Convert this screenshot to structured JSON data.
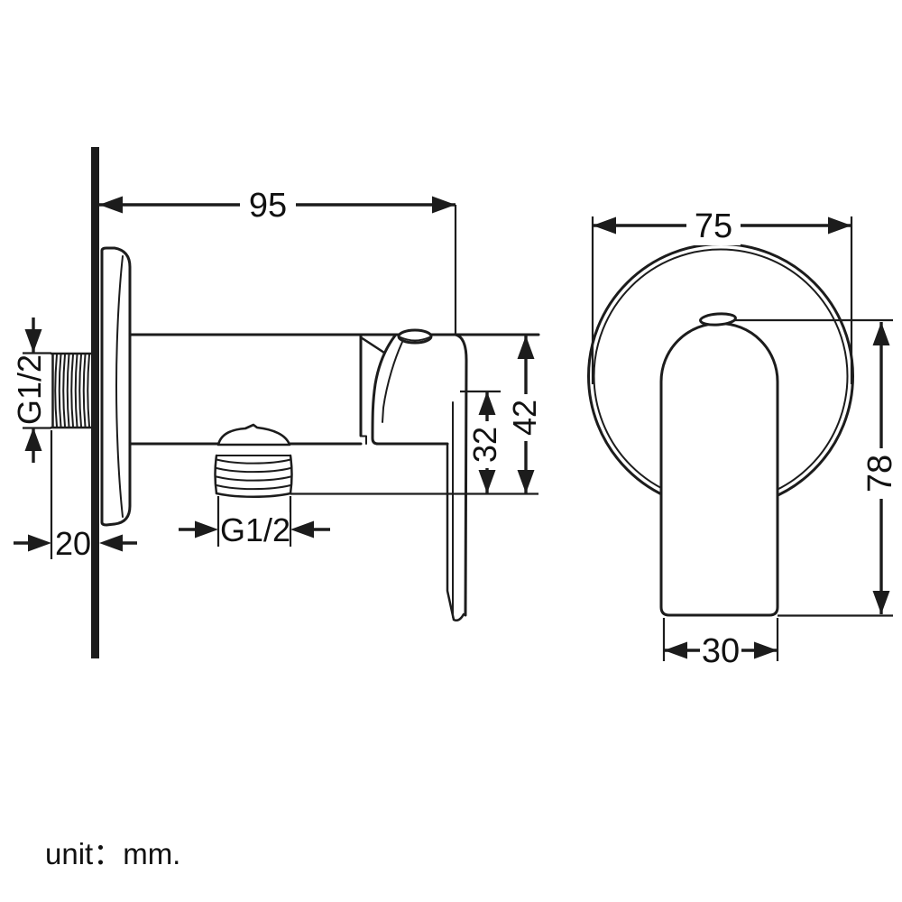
{
  "note": {
    "unit": "unit：mm."
  },
  "side_view": {
    "dim_width": "95",
    "dim_inlet_thread": "G1/2",
    "dim_wall_depth": "20",
    "dim_outlet_thread": "G1/2",
    "dim_outlet_height": "32",
    "dim_total_height": "42"
  },
  "front_view": {
    "dim_flange_diameter": "75",
    "dim_handle_length": "78",
    "dim_handle_width": "30"
  },
  "dimensions_mm": {
    "projection_from_wall": 95,
    "inlet_thread_spec": "G1/2",
    "inlet_thread_length": 20,
    "outlet_thread_spec": "G1/2",
    "outlet_drop": 32,
    "total_drop": 42,
    "flange_diameter": 75,
    "handle_length": 78,
    "handle_width": 30
  },
  "colors": {
    "line": "#1c1c1c",
    "background": "#ffffff"
  }
}
